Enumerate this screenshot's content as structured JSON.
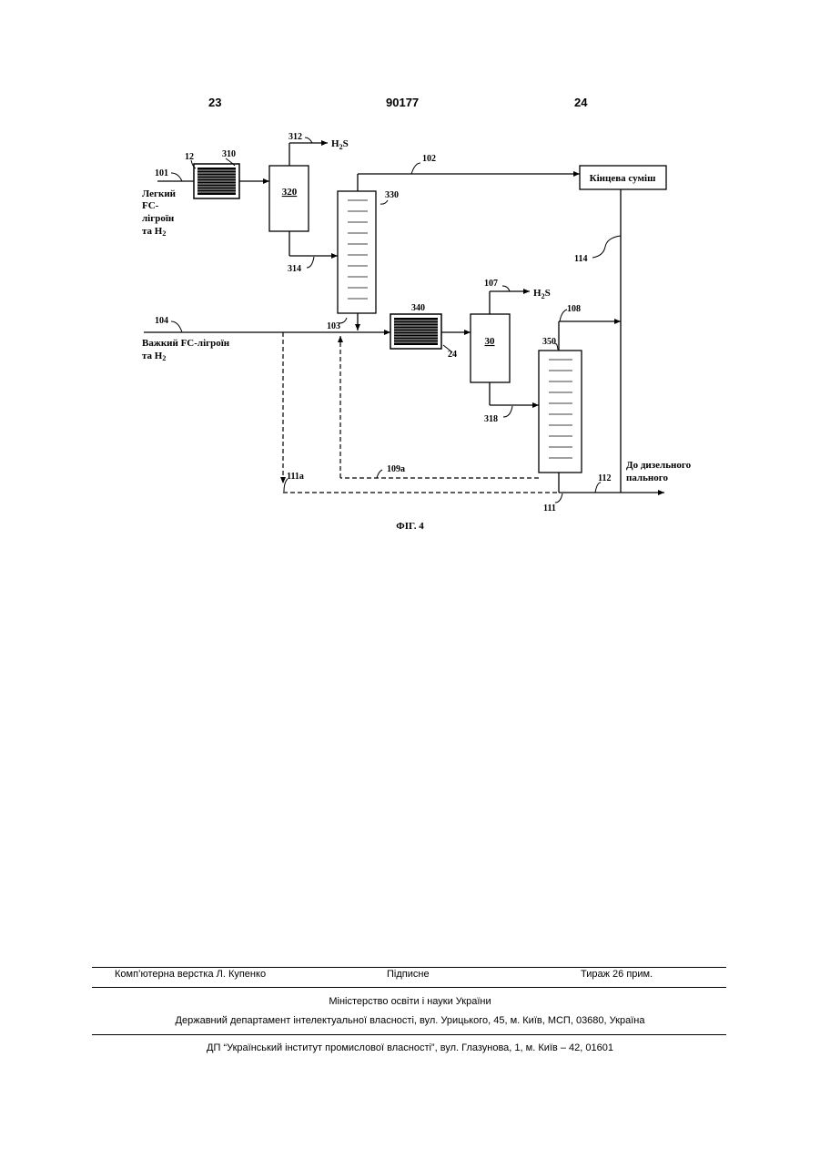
{
  "header": {
    "left": "23",
    "center": "90177",
    "right": "24"
  },
  "figure": {
    "caption": "ФІГ. 4",
    "inputs": {
      "light_l1": "Легкий",
      "light_l2": "FC-",
      "light_l3": "лігроїн",
      "light_l4": "та H",
      "light_sub": "2",
      "heavy_l1": "Важкий FC-лігроїн",
      "heavy_l2": "та H",
      "heavy_sub": "2"
    },
    "blocks": {
      "final_blend": "Кінцева суміш",
      "unit_320": "320",
      "unit_30": "30"
    },
    "outputs": {
      "h2s_top_main": "H",
      "h2s_top_sub": "2",
      "h2s_top_tail": "S",
      "h2s_mid_main": "H",
      "h2s_mid_sub": "2",
      "h2s_mid_tail": "S",
      "diesel_l1": "До дизельного",
      "diesel_l2": "пального"
    },
    "labels": {
      "n101": "101",
      "n12": "12",
      "n310": "310",
      "n312": "312",
      "n102": "102",
      "n330": "330",
      "n314": "314",
      "n114": "114",
      "n107": "107",
      "n340": "340",
      "n104": "104",
      "n103": "103",
      "n24": "24",
      "n108": "108",
      "n350": "350",
      "n318": "318",
      "n111a": "111a",
      "n109a": "109a",
      "n112": "112",
      "n111": "111"
    }
  },
  "footer": {
    "typesetting": "Комп’ютерна верстка Л. Купенко",
    "signed": "Підписне",
    "circulation": "Тираж 26 прим.",
    "ministry": "Міністерство освіти і науки України",
    "department": "Державний департамент інтелектуальної власності, вул. Урицького, 45, м. Київ, МСП, 03680, Україна",
    "institute": "ДП “Український інститут промислової власності”, вул. Глазунова, 1, м. Київ – 42, 01601"
  }
}
